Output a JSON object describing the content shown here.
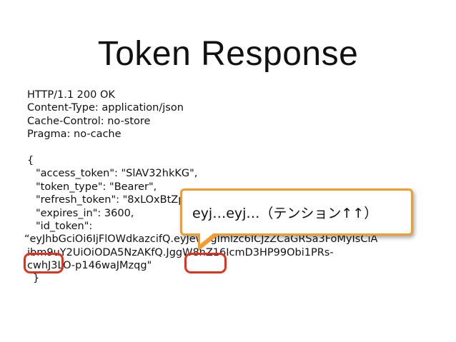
{
  "slide": {
    "title": "Token Response",
    "lines": [
      "HTTP/1.1 200 OK",
      "Content-Type: application/json",
      "Cache-Control: no-store",
      "Pragma: no-cache",
      "",
      "{",
      "\"access_token\": \"SlAV32hkKG\",",
      "\"token_type\": \"Bearer\",",
      "\"refresh_token\": \"8xLOxBtZp8\",",
      "\"expires_in\": 3600,",
      "\"id_token\":",
      "“eyJhbGciOi6IjFlOWdkazcifQ.eyJewogImlzc6ICJzZCaGRSa3FoMyIsCiA",
      "ibm9uY2UiOiODA5NzAKfQ.JggW8hZ16IcmD3HP99Obi1PRs-",
      "cwhJ3LO-p146waJMzqg\"",
      "}"
    ],
    "callout": {
      "text": "eyj…eyj…（テンション↑↑）"
    }
  },
  "colors": {
    "highlight": "#e2321d",
    "callout_border": "#f29b33",
    "text": "#111111"
  }
}
